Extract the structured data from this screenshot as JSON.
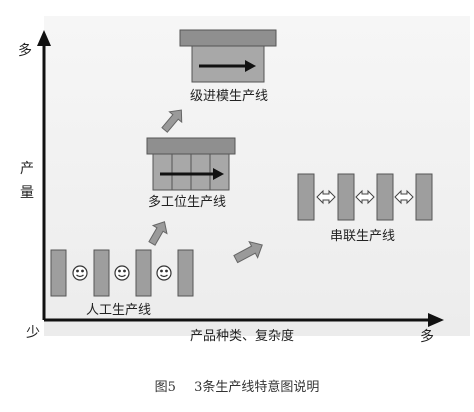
{
  "axes": {
    "y_high": "多",
    "y_title": [
      "产",
      "量"
    ],
    "origin_low": "少",
    "x_title": "产品种类、复杂度",
    "x_high": "多"
  },
  "stages": {
    "manual": "人工生产线",
    "multistation": "多工位生产线",
    "serial": "串联生产线",
    "advanced": "级进模生产线"
  },
  "caption": {
    "prefix": "图5",
    "text": "3条生产线特意图说明"
  },
  "colors": {
    "panel": "#f1f1f1",
    "block": "#9e9e9e",
    "block_dark": "#7d7d7d",
    "axis": "#111111",
    "arrow": "#9a9a9a"
  },
  "icons": [
    "smiley-face-icon",
    "double-arrow-icon",
    "right-arrow-icon"
  ]
}
